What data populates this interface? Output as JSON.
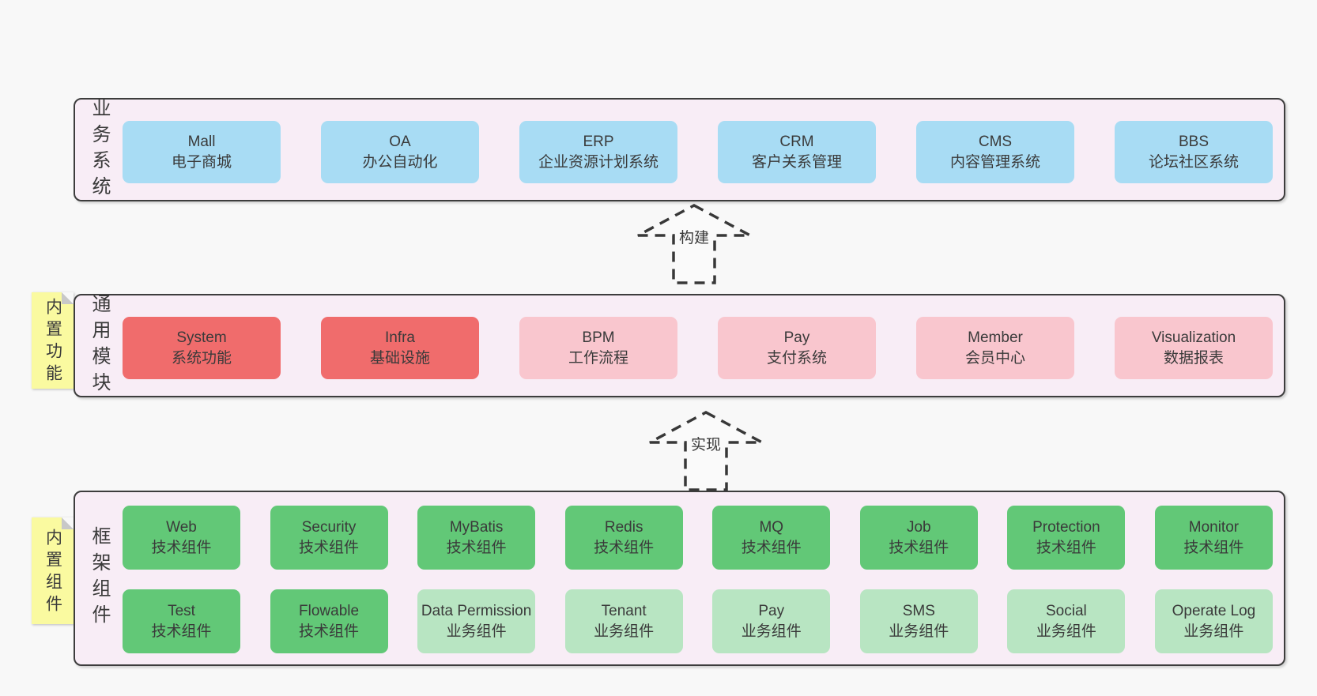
{
  "colors": {
    "page_bg": "#f8f8f8",
    "band_bg": "#f8edf6",
    "border": "#3d3d3d",
    "blue": "#a8dcf4",
    "red": "#f06c6c",
    "pink": "#f9c6ce",
    "green_dark": "#62c877",
    "green_light": "#b8e5c2",
    "yellow": "#fafaa0",
    "fold": "#c8c8c8",
    "text": "#3a3a3a",
    "arrow": "#383838",
    "arrow_fill": "#fafafa"
  },
  "arrows": {
    "build": "构建",
    "implement": "实现"
  },
  "bands": {
    "business": {
      "label": "业务系统",
      "items": [
        {
          "title": "Mall",
          "subtitle": "电子商城"
        },
        {
          "title": "OA",
          "subtitle": "办公自动化"
        },
        {
          "title": "ERP",
          "subtitle": "企业资源计划系统"
        },
        {
          "title": "CRM",
          "subtitle": "客户关系管理"
        },
        {
          "title": "CMS",
          "subtitle": "内容管理系统"
        },
        {
          "title": "BBS",
          "subtitle": "论坛社区系统"
        }
      ]
    },
    "modules": {
      "label": "通用模块",
      "sticky": "内置功能",
      "items": [
        {
          "title": "System",
          "subtitle": "系统功能"
        },
        {
          "title": "Infra",
          "subtitle": "基础设施"
        },
        {
          "title": "BPM",
          "subtitle": "工作流程"
        },
        {
          "title": "Pay",
          "subtitle": "支付系统"
        },
        {
          "title": "Member",
          "subtitle": "会员中心"
        },
        {
          "title": "Visualization",
          "subtitle": "数据报表"
        }
      ]
    },
    "components": {
      "label": "框架组件",
      "sticky": "内置组件",
      "row1": [
        {
          "title": "Web",
          "subtitle": "技术组件"
        },
        {
          "title": "Security",
          "subtitle": "技术组件"
        },
        {
          "title": "MyBatis",
          "subtitle": "技术组件"
        },
        {
          "title": "Redis",
          "subtitle": "技术组件"
        },
        {
          "title": "MQ",
          "subtitle": "技术组件"
        },
        {
          "title": "Job",
          "subtitle": "技术组件"
        },
        {
          "title": "Protection",
          "subtitle": "技术组件"
        },
        {
          "title": "Monitor",
          "subtitle": "技术组件"
        }
      ],
      "row2": [
        {
          "title": "Test",
          "subtitle": "技术组件"
        },
        {
          "title": "Flowable",
          "subtitle": "技术组件"
        },
        {
          "title": "Data Permission",
          "subtitle": "业务组件"
        },
        {
          "title": "Tenant",
          "subtitle": "业务组件"
        },
        {
          "title": "Pay",
          "subtitle": "业务组件"
        },
        {
          "title": "SMS",
          "subtitle": "业务组件"
        },
        {
          "title": "Social",
          "subtitle": "业务组件"
        },
        {
          "title": "Operate Log",
          "subtitle": "业务组件"
        }
      ]
    }
  }
}
